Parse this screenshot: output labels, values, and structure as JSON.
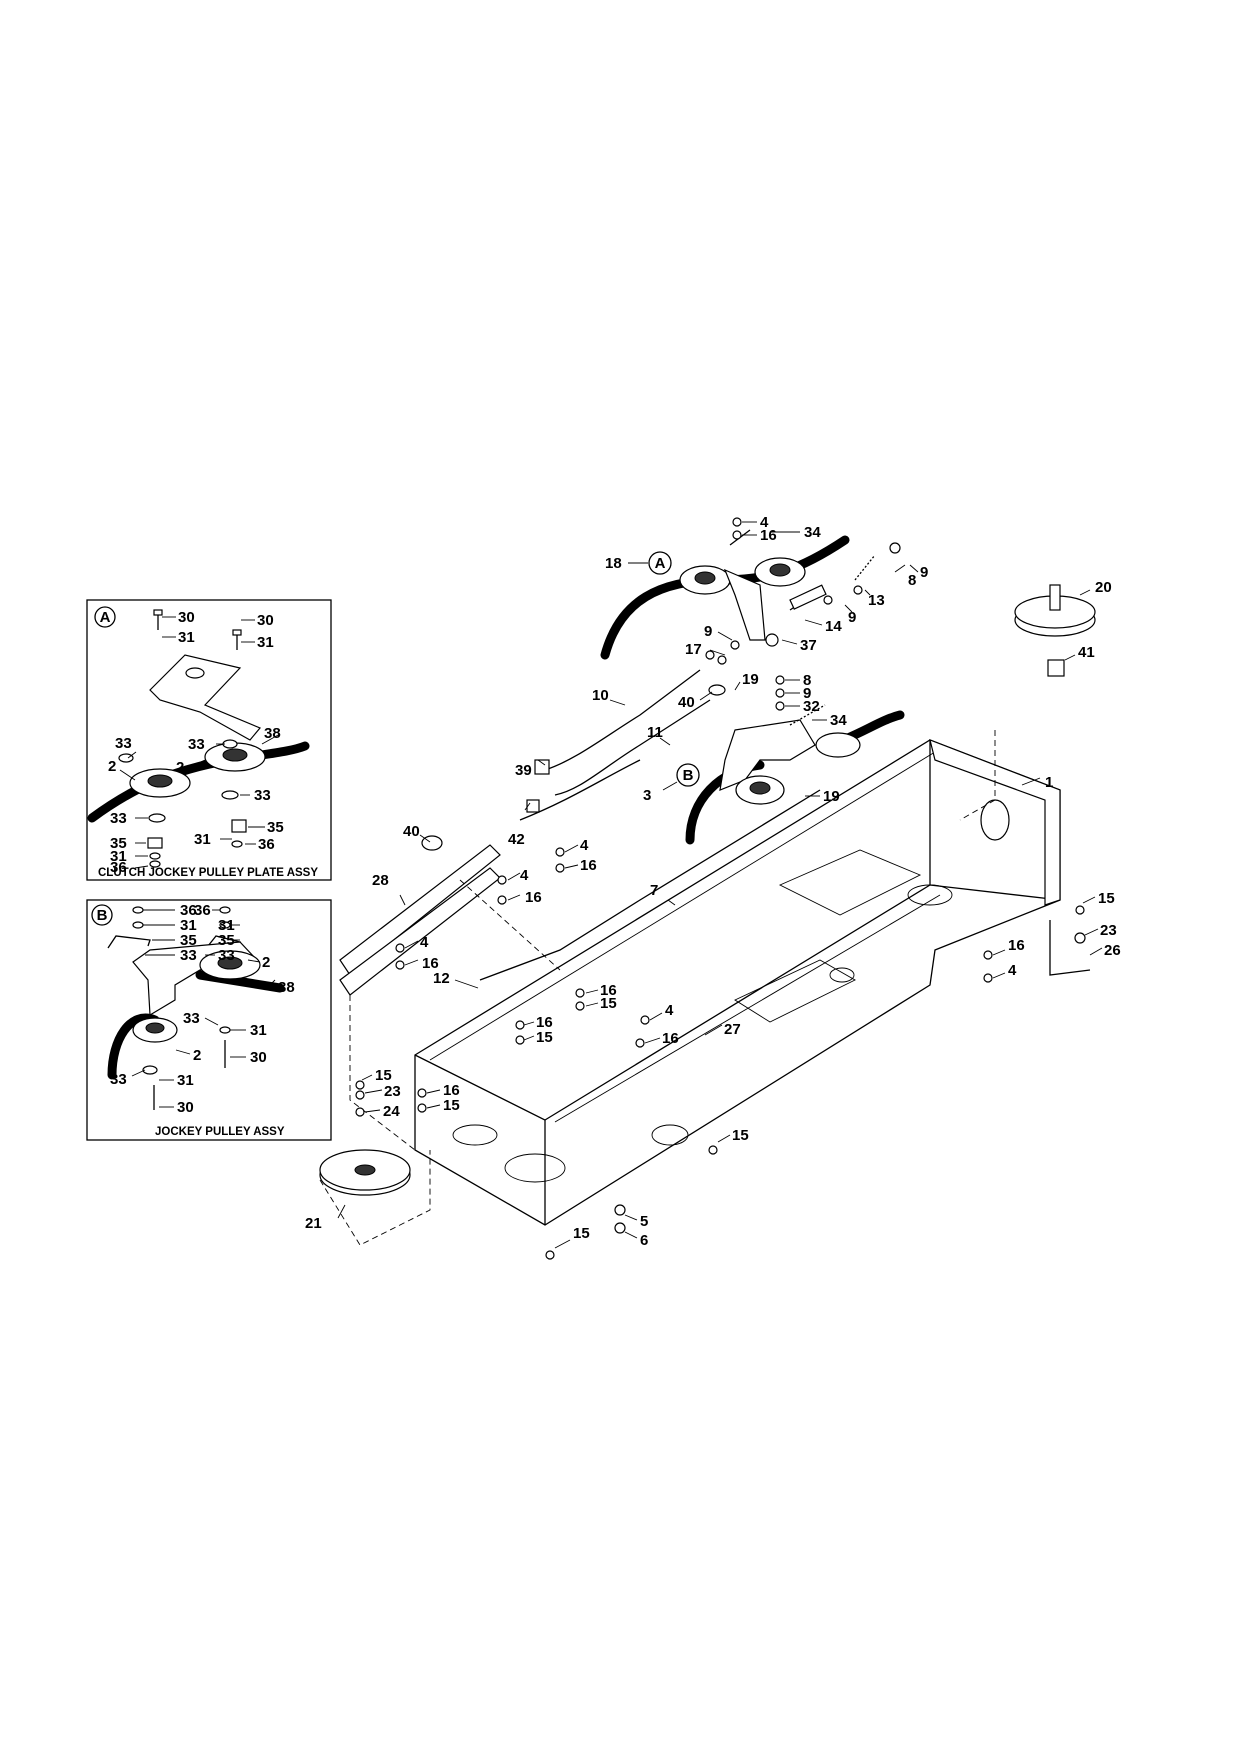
{
  "diagram": {
    "inset_a": {
      "letter": "A",
      "title": "CLUTCH JOCKEY PULLEY PLATE ASSY",
      "callouts": [
        "30",
        "31",
        "30",
        "31",
        "38",
        "33",
        "33",
        "2",
        "2",
        "33",
        "33",
        "35",
        "31",
        "35",
        "36",
        "31",
        "36"
      ]
    },
    "inset_b": {
      "letter": "B",
      "title": "JOCKEY PULLEY ASSY",
      "callouts": [
        "36",
        "31",
        "35",
        "33",
        "36",
        "31",
        "35",
        "33",
        "2",
        "38",
        "33",
        "31",
        "30",
        "2",
        "33",
        "31",
        "30"
      ]
    },
    "main_letters": [
      "A",
      "B"
    ],
    "main_callouts": [
      "4",
      "16",
      "34",
      "18",
      "8",
      "9",
      "13",
      "9",
      "14",
      "37",
      "9",
      "17",
      "20",
      "41",
      "10",
      "19",
      "40",
      "8",
      "9",
      "32",
      "34",
      "11",
      "39",
      "B",
      "19",
      "3",
      "1",
      "40",
      "42",
      "4",
      "16",
      "28",
      "4",
      "16",
      "7",
      "4",
      "16",
      "12",
      "16",
      "15",
      "16",
      "15",
      "4",
      "16",
      "27",
      "15",
      "23",
      "26",
      "16",
      "4",
      "15",
      "23",
      "24",
      "16",
      "15",
      "15",
      "21",
      "5",
      "6",
      "15"
    ]
  }
}
